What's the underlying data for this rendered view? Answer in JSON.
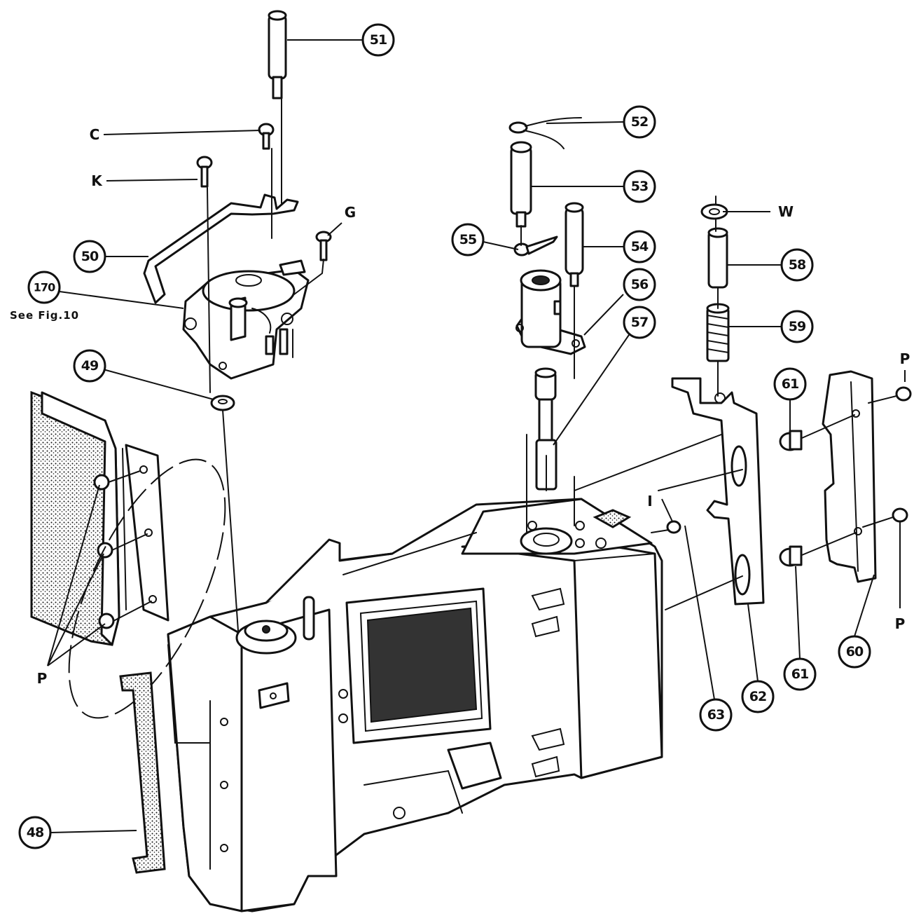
{
  "callouts": {
    "c48": "48",
    "c49": "49",
    "c50": "50",
    "c51": "51",
    "c52": "52",
    "c53": "53",
    "c54": "54",
    "c55": "55",
    "c56": "56",
    "c57": "57",
    "c58": "58",
    "c59": "59",
    "c60": "60",
    "c61a": "61",
    "c61b": "61",
    "c62": "62",
    "c63": "63",
    "c170": "170"
  },
  "letters": {
    "c": "C",
    "k": "K",
    "g": "G",
    "w": "W",
    "i": "I",
    "p_top": "P",
    "p_bottom": "P",
    "p_left": "P"
  },
  "reference_note": "See Fig.10"
}
